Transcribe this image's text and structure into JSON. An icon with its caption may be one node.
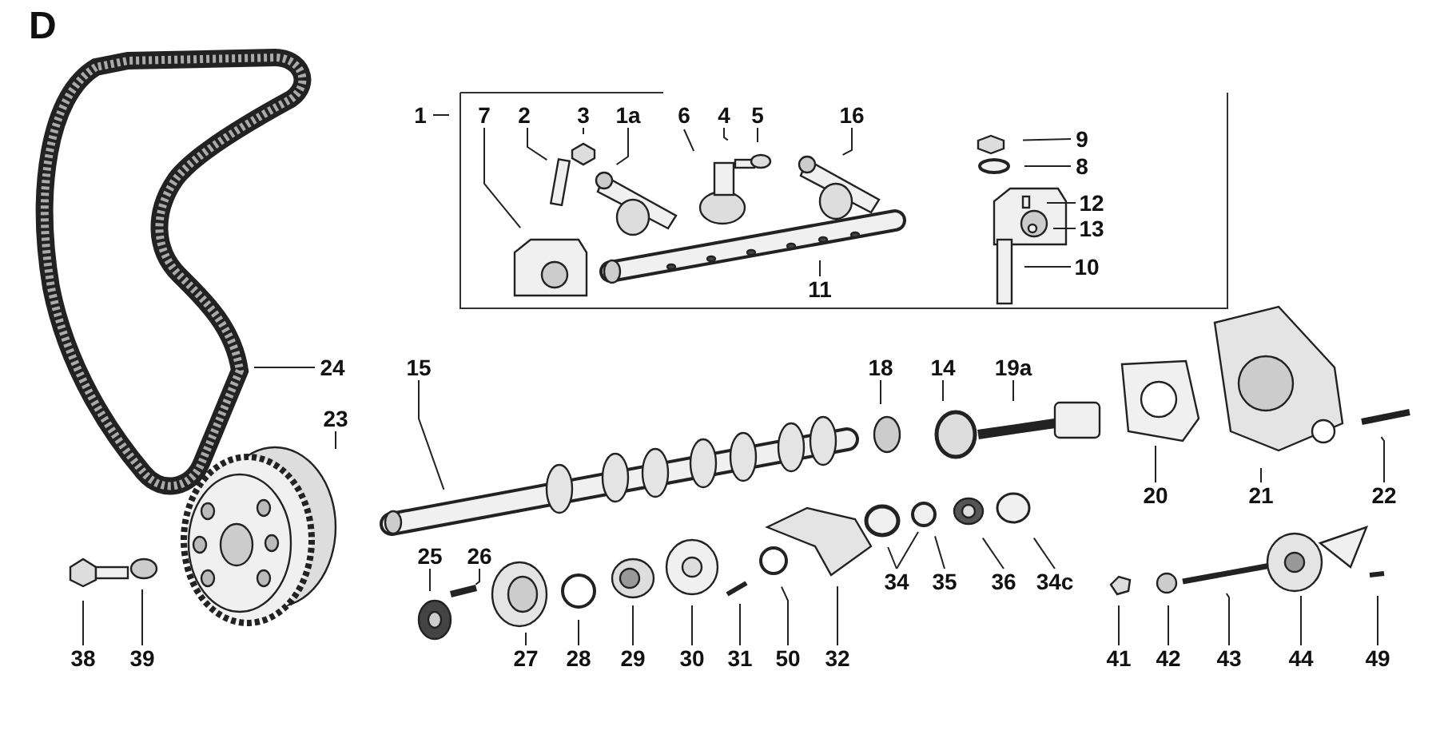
{
  "diagram": {
    "title": "D",
    "nodes": [
      {
        "text": [
          "1"
        ]
      },
      {
        "text": [
          "7"
        ]
      },
      {
        "text": [
          "2"
        ]
      },
      {
        "text": [
          "3"
        ]
      },
      {
        "text": [
          "1a"
        ]
      },
      {
        "text": [
          "6"
        ]
      },
      {
        "text": [
          "4"
        ]
      },
      {
        "text": [
          "5"
        ]
      },
      {
        "text": [
          "16"
        ]
      },
      {
        "text": [
          "9"
        ]
      },
      {
        "text": [
          "8"
        ]
      },
      {
        "text": [
          "12"
        ]
      },
      {
        "text": [
          "13"
        ]
      },
      {
        "text": [
          "11"
        ]
      },
      {
        "text": [
          "10"
        ]
      },
      {
        "text": [
          "24"
        ]
      },
      {
        "text": [
          "15"
        ]
      },
      {
        "text": [
          "18"
        ]
      },
      {
        "text": [
          "14"
        ]
      },
      {
        "text": [
          "19a"
        ]
      },
      {
        "text": [
          "23"
        ]
      },
      {
        "text": [
          "20"
        ]
      },
      {
        "text": [
          "21"
        ]
      },
      {
        "text": [
          "22"
        ]
      },
      {
        "text": [
          "25"
        ]
      },
      {
        "text": [
          "26"
        ]
      },
      {
        "text": [
          "34"
        ]
      },
      {
        "text": [
          "35"
        ]
      },
      {
        "text": [
          "36"
        ]
      },
      {
        "text": [
          "34c"
        ]
      },
      {
        "text": [
          "38"
        ]
      },
      {
        "text": [
          "39"
        ]
      },
      {
        "text": [
          "27"
        ]
      },
      {
        "text": [
          "28"
        ]
      },
      {
        "text": [
          "29"
        ]
      },
      {
        "text": [
          "30"
        ]
      },
      {
        "text": [
          "31"
        ]
      },
      {
        "text": [
          "50"
        ]
      },
      {
        "text": [
          "32"
        ]
      },
      {
        "text": [
          "41"
        ]
      },
      {
        "text": [
          "42"
        ]
      },
      {
        "text": [
          "43"
        ]
      },
      {
        "text": [
          "44"
        ]
      },
      {
        "text": [
          "49"
        ]
      }
    ],
    "edges": [
      {
        "from": 0,
        "to": null,
        "arrow": "none"
      },
      {
        "from": 1,
        "to": null,
        "arrow": "none"
      },
      {
        "from": 2,
        "to": null,
        "arrow": "none"
      },
      {
        "from": 3,
        "to": null,
        "arrow": "none"
      },
      {
        "from": 4,
        "to": null,
        "arrow": "none"
      },
      {
        "from": 5,
        "to": null,
        "arrow": "none"
      },
      {
        "from": 6,
        "to": null,
        "arrow": "none"
      },
      {
        "from": 7,
        "to": null,
        "arrow": "none"
      },
      {
        "from": 8,
        "to": null,
        "arrow": "none"
      },
      {
        "from": 9,
        "to": null,
        "arrow": "none"
      },
      {
        "from": 10,
        "to": null,
        "arrow": "none"
      },
      {
        "from": 11,
        "to": null,
        "arrow": "none"
      },
      {
        "from": 12,
        "to": null,
        "arrow": "none"
      },
      {
        "from": 13,
        "to": null,
        "arrow": "none"
      },
      {
        "from": 14,
        "to": null,
        "arrow": "none"
      },
      {
        "from": 15,
        "to": null,
        "arrow": "none"
      },
      {
        "from": 16,
        "to": null,
        "arrow": "none"
      },
      {
        "from": 17,
        "to": null,
        "arrow": "none"
      },
      {
        "from": 18,
        "to": null,
        "arrow": "none"
      },
      {
        "from": 19,
        "to": null,
        "arrow": "none"
      },
      {
        "from": 20,
        "to": null,
        "arrow": "none"
      },
      {
        "from": 21,
        "to": null,
        "arrow": "none"
      },
      {
        "from": 22,
        "to": null,
        "arrow": "none"
      },
      {
        "from": 23,
        "to": null,
        "arrow": "none"
      },
      {
        "from": 24,
        "to": null,
        "arrow": "none"
      },
      {
        "from": 25,
        "to": null,
        "arrow": "none"
      },
      {
        "from": 26,
        "to": null,
        "arrow": "none"
      },
      {
        "from": 26,
        "to": null,
        "arrow": "none"
      },
      {
        "from": 27,
        "to": null,
        "arrow": "none"
      },
      {
        "from": 28,
        "to": null,
        "arrow": "none"
      },
      {
        "from": 29,
        "to": null,
        "arrow": "none"
      },
      {
        "from": 30,
        "to": null,
        "arrow": "none"
      },
      {
        "from": 31,
        "to": null,
        "arrow": "none"
      },
      {
        "from": 32,
        "to": null,
        "arrow": "none"
      },
      {
        "from": 33,
        "to": null,
        "arrow": "none"
      },
      {
        "from": 34,
        "to": null,
        "arrow": "none"
      },
      {
        "from": 35,
        "to": null,
        "arrow": "none"
      },
      {
        "from": 36,
        "to": null,
        "arrow": "none"
      },
      {
        "from": 37,
        "to": null,
        "arrow": "none"
      },
      {
        "from": 38,
        "to": null,
        "arrow": "none"
      },
      {
        "from": 39,
        "to": null,
        "arrow": "none"
      },
      {
        "from": 40,
        "to": null,
        "arrow": "none"
      },
      {
        "from": 41,
        "to": null,
        "arrow": "none"
      },
      {
        "from": 42,
        "to": null,
        "arrow": "none"
      },
      {
        "from": 43,
        "to": null,
        "arrow": "none"
      }
    ]
  }
}
